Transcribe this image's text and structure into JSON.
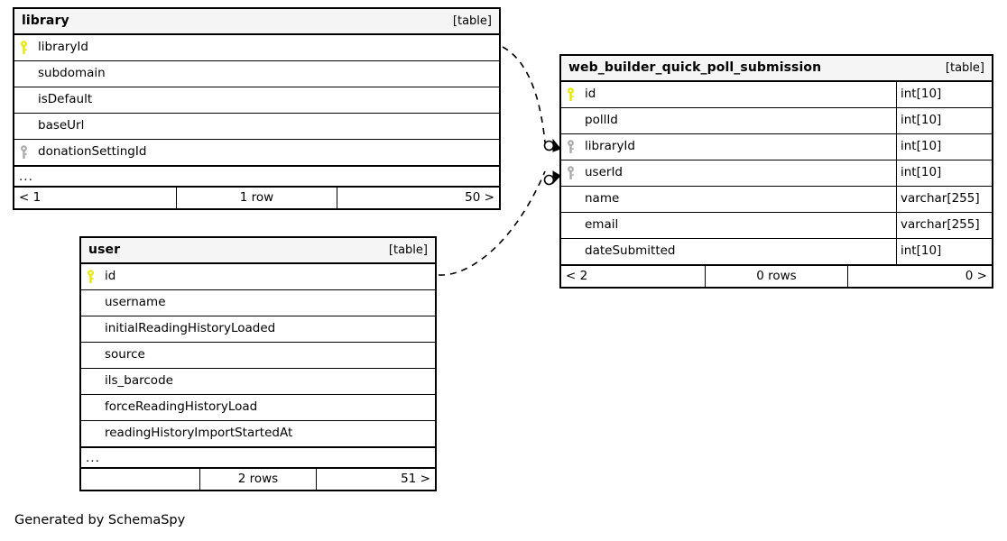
{
  "diagram": {
    "title": "SchemaSpy relationships diagram",
    "caption": "Generated by SchemaSpy",
    "table_tag": "[table]",
    "ellipsis": "...",
    "colors": {
      "primary_key": "#e8e800",
      "foreign_key": "#aaaaaa",
      "border": "#000000",
      "header_bg": "#f5f5f5",
      "background": "#ffffff"
    }
  },
  "tables": [
    {
      "id": "library",
      "name": "library",
      "tag": "[table]",
      "columns": [
        {
          "name": "libraryId",
          "key": "primary",
          "type": ""
        },
        {
          "name": "subdomain",
          "key": "none",
          "type": ""
        },
        {
          "name": "isDefault",
          "key": "none",
          "type": ""
        },
        {
          "name": "baseUrl",
          "key": "none",
          "type": ""
        },
        {
          "name": "donationSettingId",
          "key": "foreign",
          "type": ""
        }
      ],
      "more_indicator": "...",
      "footer": {
        "left": "< 1",
        "middle": "1 row",
        "right": "50 >"
      }
    },
    {
      "id": "user",
      "name": "user",
      "tag": "[table]",
      "columns": [
        {
          "name": "id",
          "key": "primary",
          "type": ""
        },
        {
          "name": "username",
          "key": "none",
          "type": ""
        },
        {
          "name": "initialReadingHistoryLoaded",
          "key": "none",
          "type": ""
        },
        {
          "name": "source",
          "key": "none",
          "type": ""
        },
        {
          "name": "ils_barcode",
          "key": "none",
          "type": ""
        },
        {
          "name": "forceReadingHistoryLoad",
          "key": "none",
          "type": ""
        },
        {
          "name": "readingHistoryImportStartedAt",
          "key": "none",
          "type": ""
        }
      ],
      "more_indicator": "...",
      "footer": {
        "left": "",
        "middle": "2 rows",
        "right": "51 >"
      }
    },
    {
      "id": "poll",
      "name": "web_builder_quick_poll_submission",
      "tag": "[table]",
      "columns": [
        {
          "name": "id",
          "key": "primary",
          "type": "int[10]"
        },
        {
          "name": "pollId",
          "key": "none",
          "type": "int[10]"
        },
        {
          "name": "libraryId",
          "key": "foreign",
          "type": "int[10]"
        },
        {
          "name": "userId",
          "key": "foreign",
          "type": "int[10]"
        },
        {
          "name": "name",
          "key": "none",
          "type": "varchar[255]"
        },
        {
          "name": "email",
          "key": "none",
          "type": "varchar[255]"
        },
        {
          "name": "dateSubmitted",
          "key": "none",
          "type": "int[10]"
        }
      ],
      "more_indicator": "",
      "footer": {
        "left": "< 2",
        "middle": "0 rows",
        "right": "0 >"
      }
    }
  ],
  "relationships": [
    {
      "id": "library-to-poll",
      "from_table": "library",
      "from_column": "libraryId",
      "to_table": "web_builder_quick_poll_submission",
      "to_column": "libraryId",
      "style": "dashed",
      "from_cardinality": "one",
      "to_cardinality": "zero-or-many"
    },
    {
      "id": "user-to-poll",
      "from_table": "user",
      "from_column": "id",
      "to_table": "web_builder_quick_poll_submission",
      "to_column": "userId",
      "style": "dashed",
      "from_cardinality": "one",
      "to_cardinality": "zero-or-many"
    }
  ]
}
